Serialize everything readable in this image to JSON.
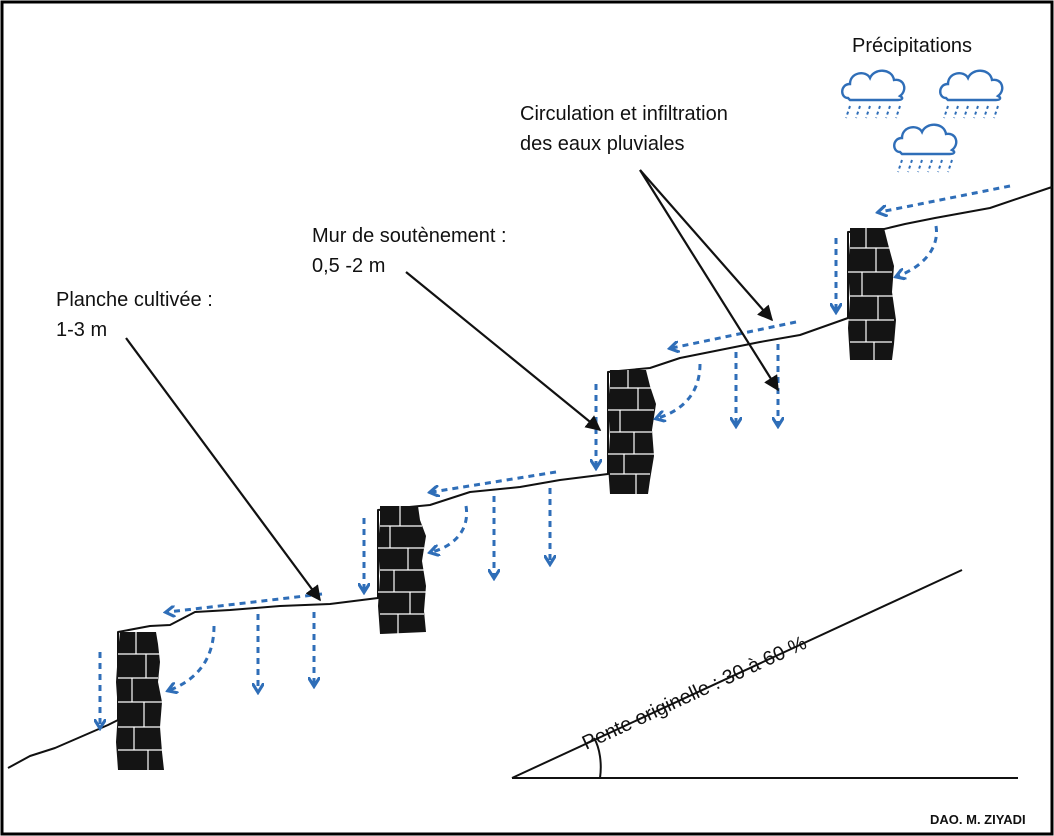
{
  "labels": {
    "precipitations": "Précipitations",
    "circulation_line1": "Circulation et infiltration",
    "circulation_line2": "des eaux pluviales",
    "mur_line1": "Mur de soutènement :",
    "mur_line2": "0,5 -2 m",
    "planche_line1": "Planche cultivée :",
    "planche_line2": "1-3 m",
    "pente": "Pente originelle : 30 à 60 %",
    "credit": "DAO. M. ZIYADI"
  },
  "colors": {
    "water": "#2f6eb8",
    "ink": "#111111",
    "wall": "#141414",
    "frame": "#000000"
  },
  "icons": [
    "rain-cloud-icon",
    "rain-cloud-icon",
    "rain-cloud-icon"
  ],
  "terrace_count": 4,
  "slope_range_percent": [
    30,
    60
  ]
}
